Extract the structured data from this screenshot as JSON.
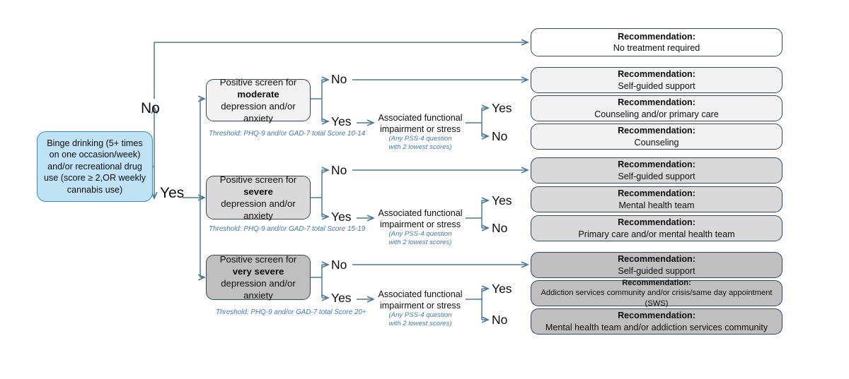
{
  "colors": {
    "wire": "#4a7a9b",
    "start_fill": "#bfe3f5",
    "tier_light": "#f2f2f2",
    "tier_mid": "#d9d9d9",
    "tier_dark": "#bfbfbf",
    "border": "#2e4a62",
    "annotation_blue": "#3f79c0"
  },
  "start": {
    "text": "Binge drinking (5+ times on one occasion/week) and/or recreational drug use (score ≥ 2,OR weekly cannabis use)"
  },
  "root_branches": {
    "no_label": "No",
    "yes_label": "Yes"
  },
  "no_treatment": {
    "heading": "Recommendation:",
    "body": "No treatment required"
  },
  "tiers": [
    {
      "id": "moderate",
      "screen_line1": "Positive screen for",
      "severity": "moderate",
      "screen_line3": "depression and/or",
      "screen_line4": "anxiety",
      "threshold": "Threshold:  PHQ-9 and/or GAD-7 total Score 10-14",
      "branch_no": "No",
      "branch_yes": "Yes",
      "functional_line1": "Associated functional",
      "functional_line2": "impairment or stress",
      "functional_sub1": "(Any PSS-4 question",
      "functional_sub2": "with 2 lowest scores)",
      "pss_yes": "Yes",
      "pss_no": "No",
      "recommendations": [
        {
          "heading": "Recommendation:",
          "body": "Self-guided support"
        },
        {
          "heading": "Recommendation:",
          "body": "Counseling and/or primary care"
        },
        {
          "heading": "Recommendation:",
          "body": "Counseling"
        }
      ]
    },
    {
      "id": "severe",
      "screen_line1": "Positive screen for",
      "severity": "severe",
      "screen_line3": "depression and/or",
      "screen_line4": "anxiety",
      "threshold": "Threshold:  PHQ-9 and/or GAD-7 total Score 15-19",
      "branch_no": "No",
      "branch_yes": "Yes",
      "functional_line1": "Associated functional",
      "functional_line2": "impairment or stress",
      "functional_sub1": "(Any PSS-4 question",
      "functional_sub2": "with 2 lowest scores)",
      "pss_yes": "Yes",
      "pss_no": "No",
      "recommendations": [
        {
          "heading": "Recommendation:",
          "body": "Self-guided support"
        },
        {
          "heading": "Recommendation:",
          "body": "Mental health team"
        },
        {
          "heading": "Recommendation:",
          "body": "Primary care and/or mental health team"
        }
      ]
    },
    {
      "id": "very-severe",
      "screen_line1": "Positive screen for",
      "severity": "very severe",
      "screen_line3": "depression and/or",
      "screen_line4": "anxiety",
      "threshold": "Threshold:  PHQ-9 and/or GAD-7 total Score 20+",
      "branch_no": "No",
      "branch_yes": "Yes",
      "functional_line1": "Associated functional",
      "functional_line2": "impairment or stress",
      "functional_sub1": "(Any PSS-4 question",
      "functional_sub2": "with 2 lowest scores)",
      "pss_yes": "Yes",
      "pss_no": "No",
      "recommendations": [
        {
          "heading": "Recommendation:",
          "body": "Self-guided support"
        },
        {
          "heading": "Recommendation:",
          "body": "Addiction services community and/or crisis/same day appointment (SWS)"
        },
        {
          "heading": "Recommendation:",
          "body": "Mental health team and/or addiction services community"
        }
      ]
    }
  ]
}
